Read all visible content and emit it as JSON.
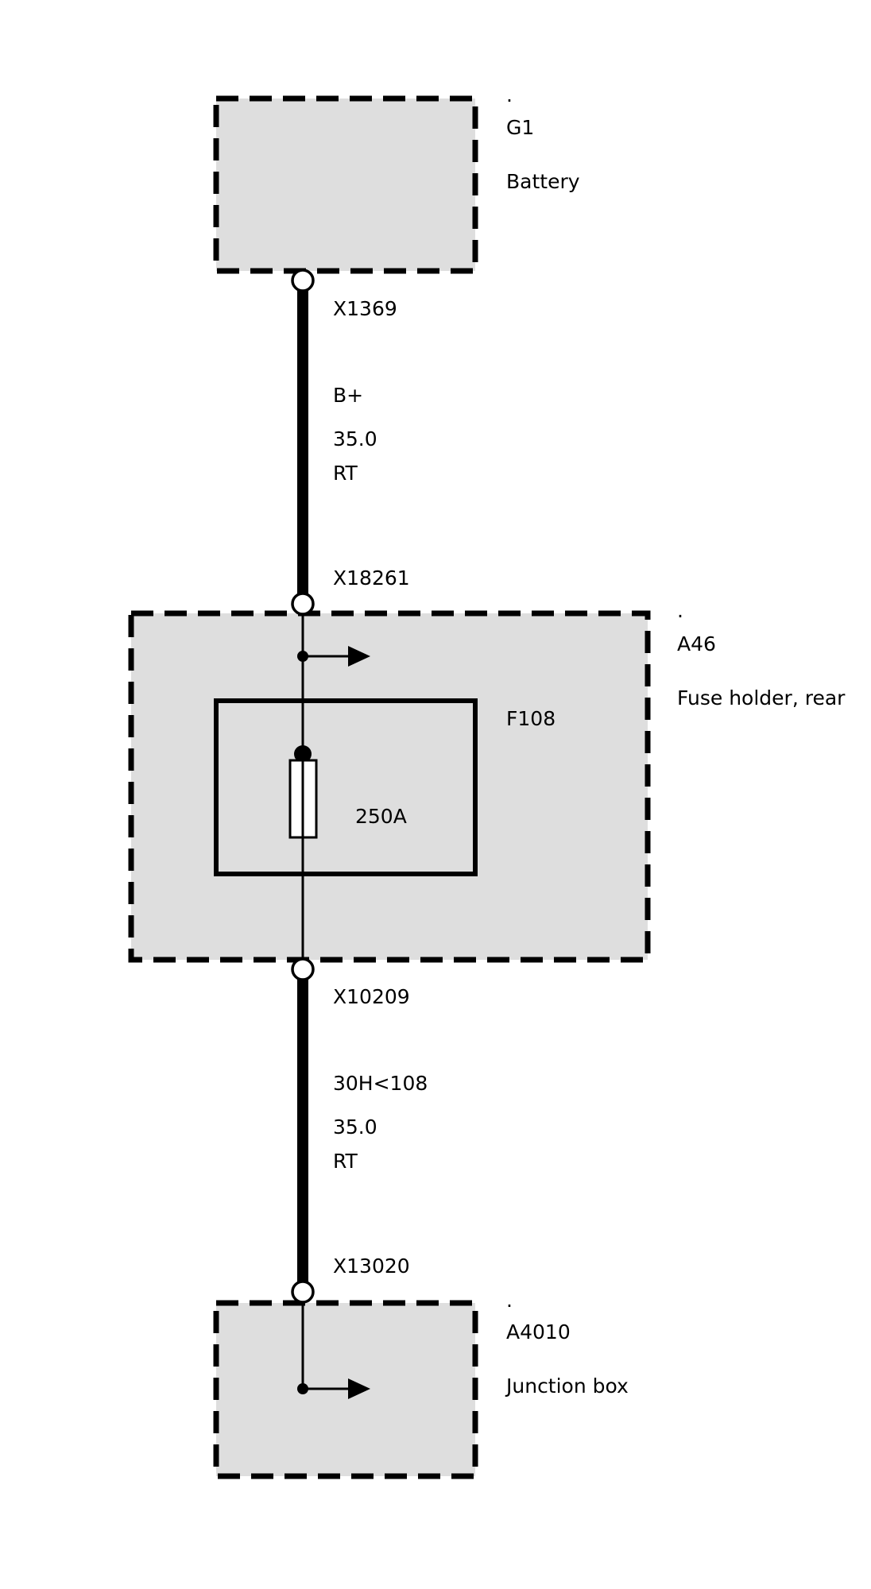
{
  "components": {
    "battery": {
      "dot": ".",
      "id": "G1",
      "name": "Battery"
    },
    "fuse_holder": {
      "dot": ".",
      "id": "A46",
      "name": "Fuse holder, rear"
    },
    "junction_box": {
      "dot": ".",
      "id": "A4010",
      "name": "Junction box"
    }
  },
  "fuse": {
    "id": "F108",
    "rating": "250A"
  },
  "connectors": {
    "c1": "X1369",
    "c2": "X18261",
    "c3": "X10209",
    "c4": "X13020"
  },
  "wires": {
    "upper": {
      "signal": "B+",
      "cross_section": "35.0",
      "color": "RT"
    },
    "lower": {
      "signal": "30H<108",
      "cross_section": "35.0",
      "color": "RT"
    }
  }
}
